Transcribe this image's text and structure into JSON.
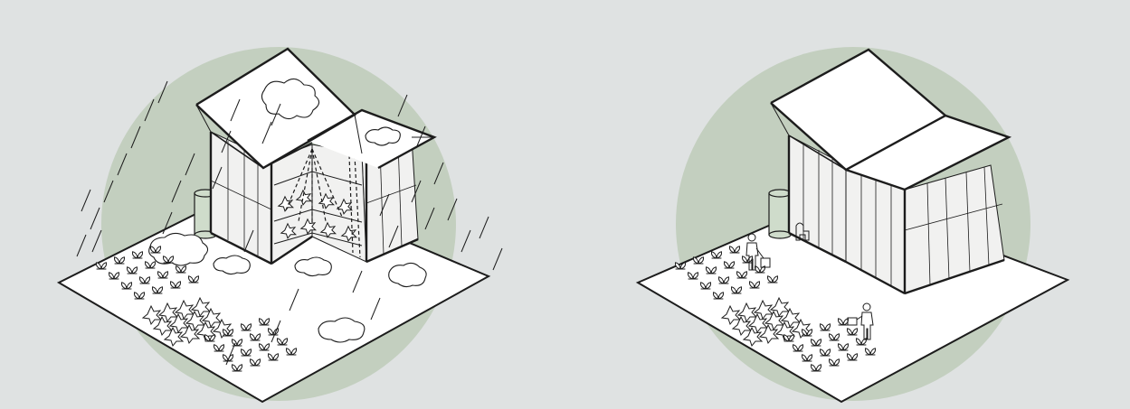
{
  "colors": {
    "background": "#dfe2e2",
    "circle": "#c3cfbf",
    "ground": "#ffffff",
    "line": "#1c1c1c",
    "tank": "#cfdccb",
    "wall": "#f1f1f0"
  },
  "panels": [
    {
      "id": "rain-scene",
      "elements": [
        "green-circle",
        "ground-plane",
        "greenhouse-open",
        "rain-tank",
        "rain-streaks",
        "puddles",
        "plant-rows",
        "water-flow"
      ]
    },
    {
      "id": "dry-scene",
      "elements": [
        "green-circle",
        "ground-plane",
        "greenhouse-closed",
        "rain-tank",
        "gardener-figures",
        "plant-rows"
      ]
    }
  ],
  "icons": [
    "rain-icon",
    "puddle-icon",
    "sprout-icon",
    "person-icon",
    "watering-can-icon",
    "tank-icon"
  ]
}
